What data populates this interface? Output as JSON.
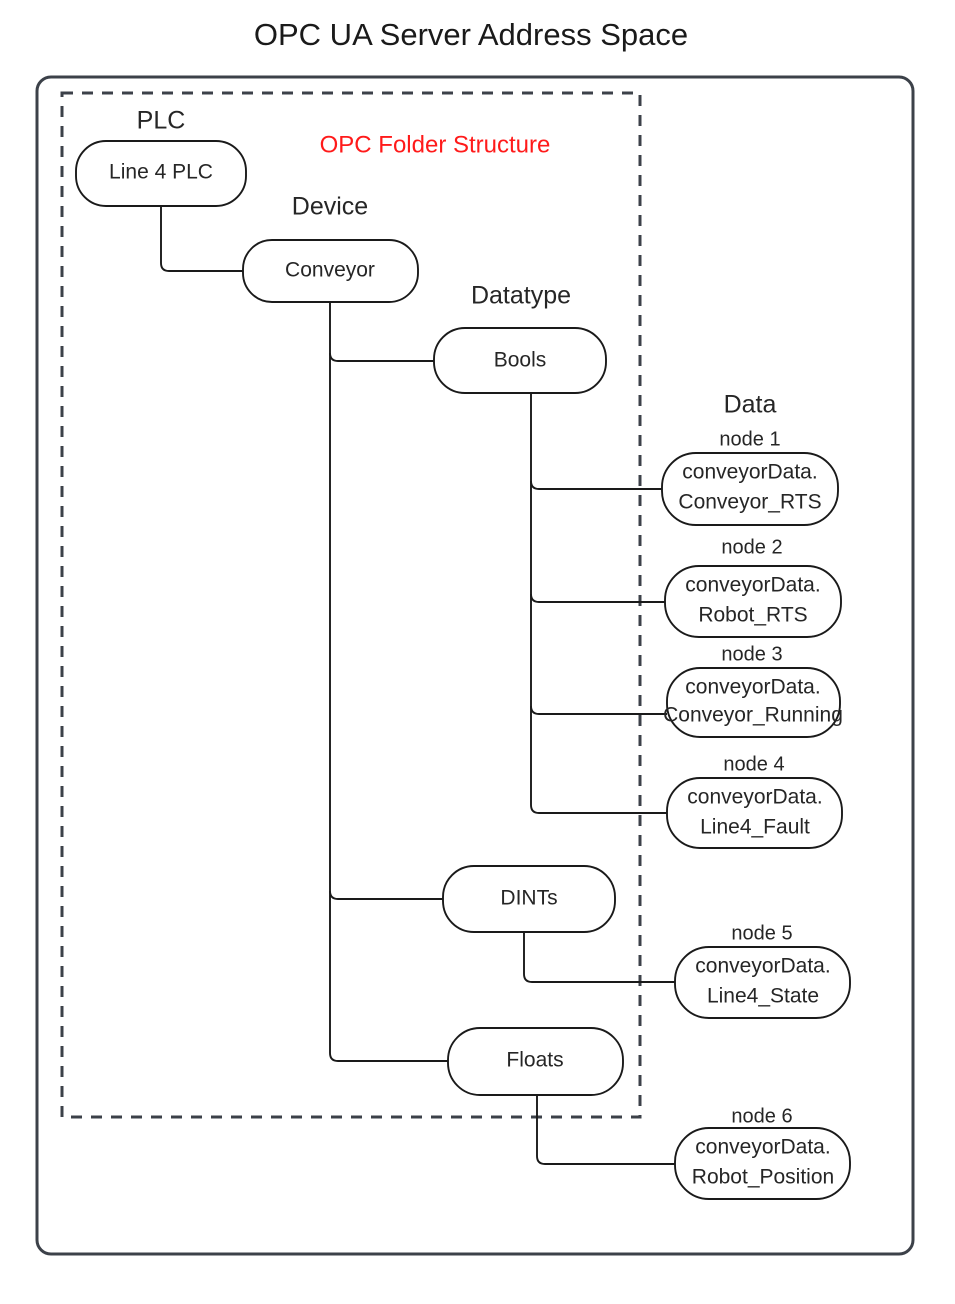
{
  "title": "OPC UA Server Address Space",
  "overlay_label": {
    "text": "OPC Folder Structure",
    "color": "#ff1a1a"
  },
  "section_labels": {
    "plc": "PLC",
    "device": "Device",
    "datatype": "Datatype",
    "data": "Data"
  },
  "nodes": {
    "plc": "Line 4 PLC",
    "device": "Conveyor",
    "bools": "Bools",
    "dints": "DINTs",
    "floats": "Floats"
  },
  "data_nodes": [
    {
      "caption": "node 1",
      "line1": "conveyorData.",
      "line2": "Conveyor_RTS"
    },
    {
      "caption": "node 2",
      "line1": "conveyorData.",
      "line2": "Robot_RTS"
    },
    {
      "caption": "node 3",
      "line1": "conveyorData.",
      "line2": "Conveyor_Running"
    },
    {
      "caption": "node 4",
      "line1": "conveyorData.",
      "line2": "Line4_Fault"
    },
    {
      "caption": "node 5",
      "line1": "conveyorData.",
      "line2": "Line4_State"
    },
    {
      "caption": "node 6",
      "line1": "conveyorData.",
      "line2": "Robot_Position"
    }
  ],
  "colors": {
    "frame": "#3c4149",
    "node_stroke": "#1a1a1a",
    "text": "#262626",
    "accent_red": "#ff1a1a"
  }
}
